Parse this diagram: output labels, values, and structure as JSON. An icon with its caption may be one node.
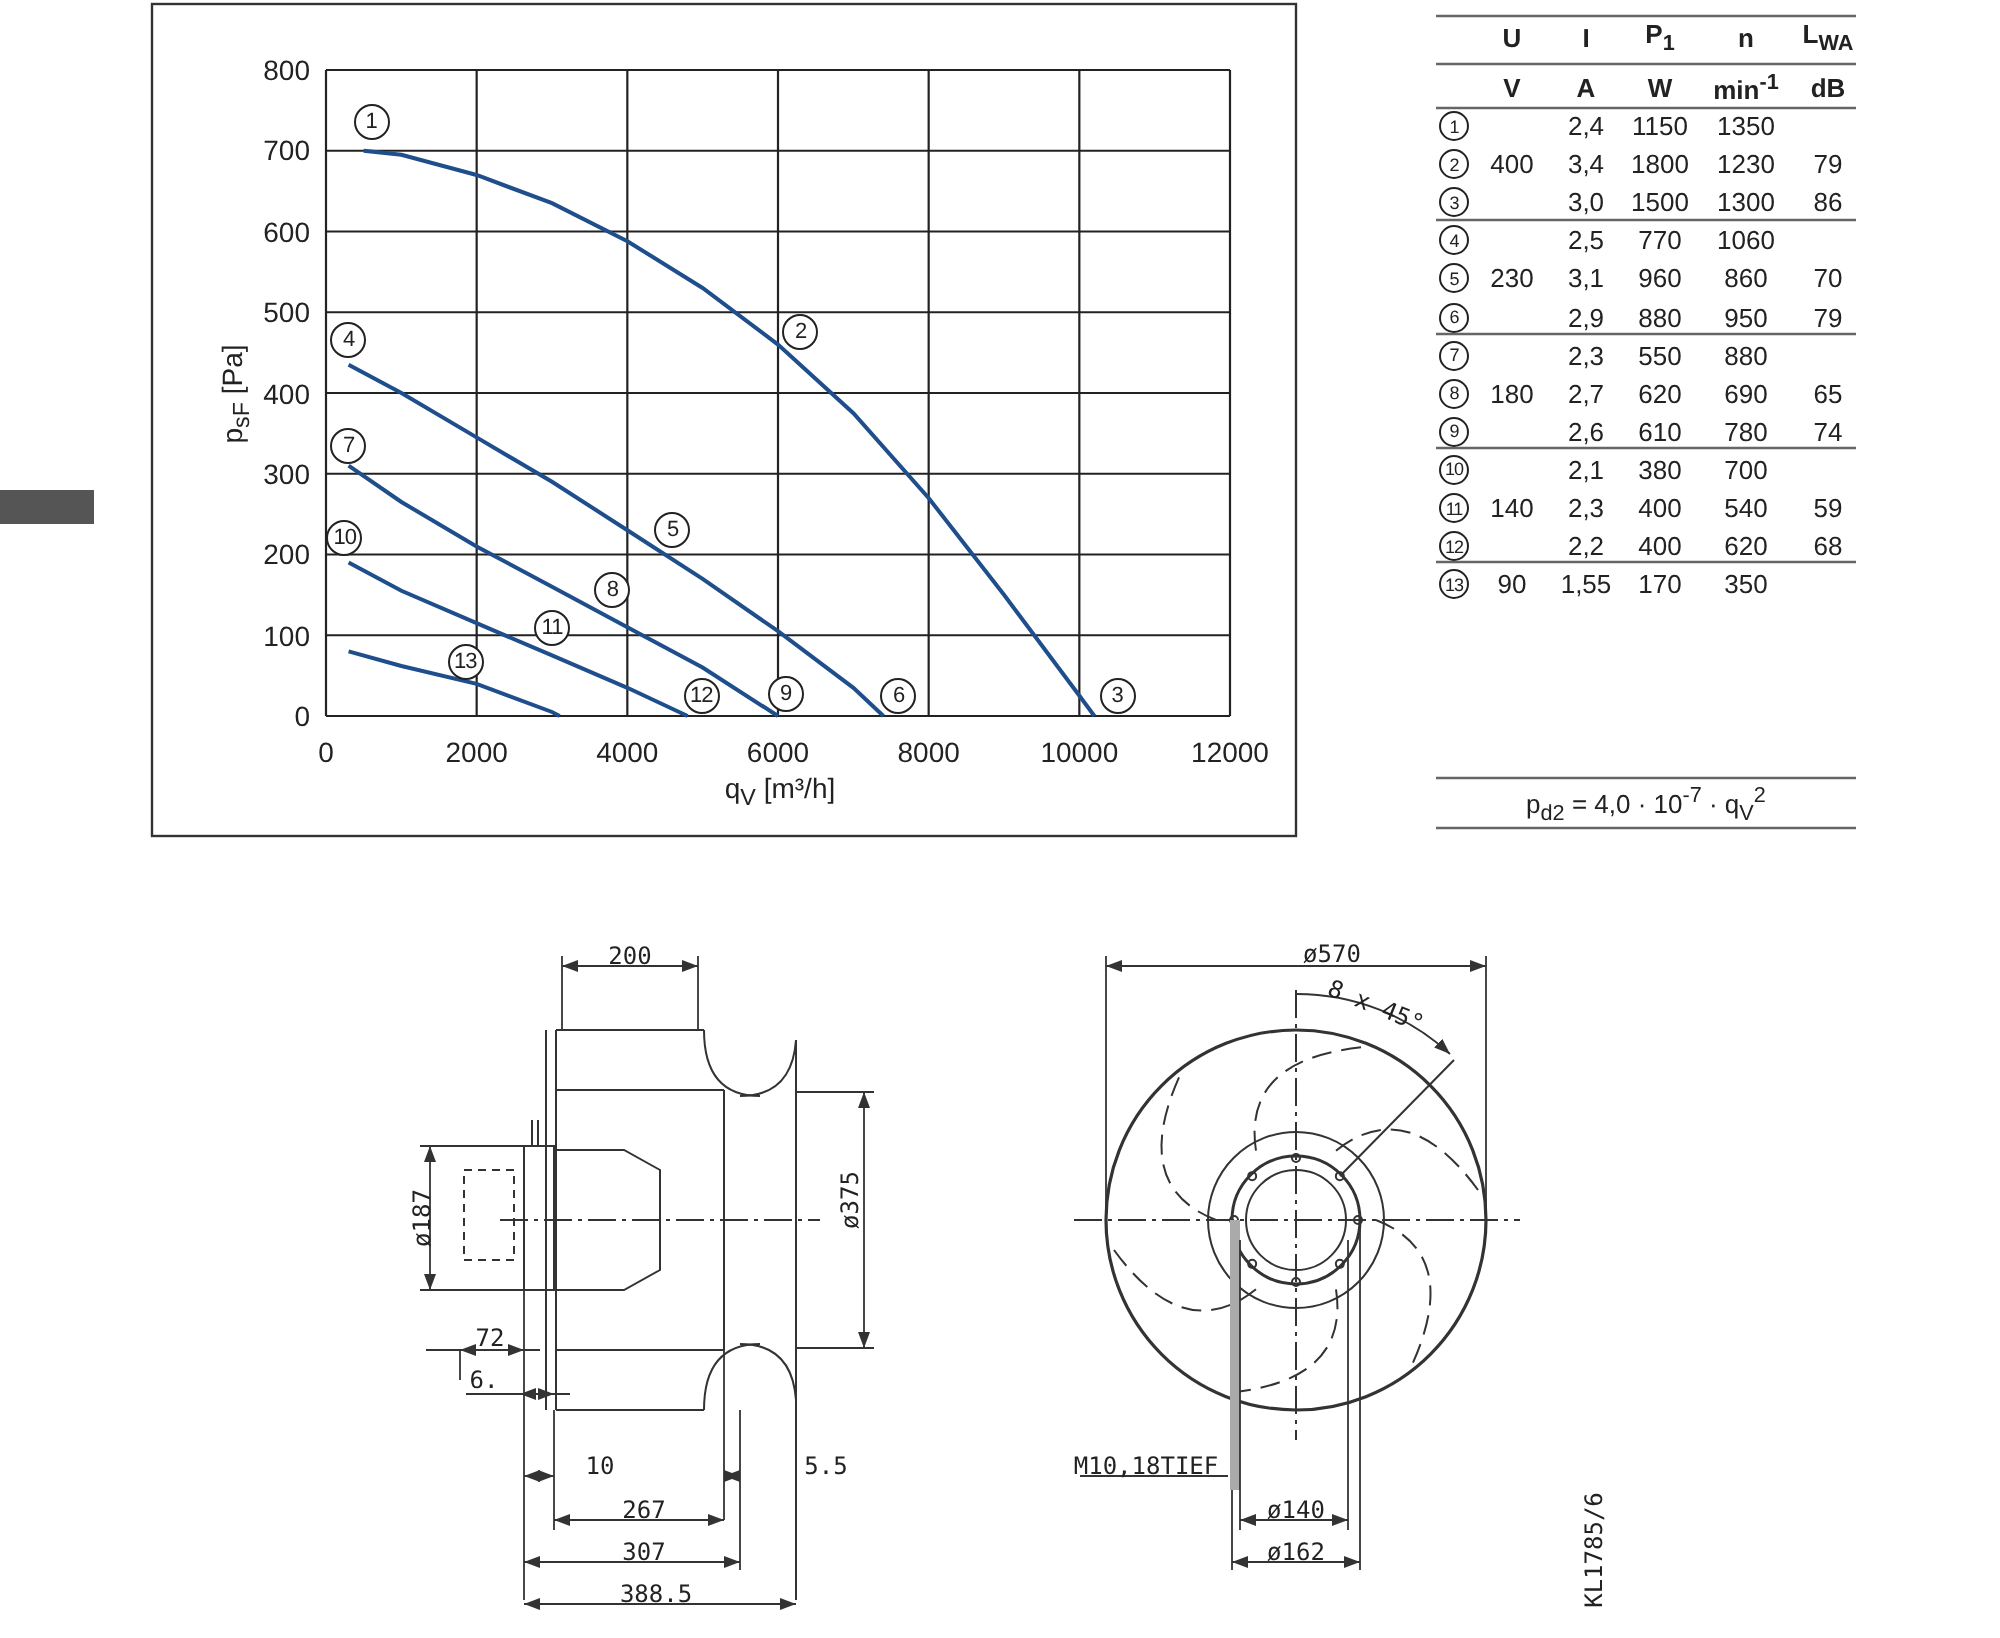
{
  "diagram": {
    "labels": [
      "U",
      "I",
      "P$_{1}$",
      "n",
      "L$_{WA}$",
      "V",
      "A",
      "W",
      "min$^{-1}$",
      "dB",
      "1",
      "2,4",
      "1150",
      "1350",
      "2",
      "400",
      "3,4",
      "1800",
      "1230",
      "79",
      "3",
      "3,0",
      "1500",
      "1300",
      "86",
      "4",
      "2,5",
      "770",
      "1060",
      "5",
      "230",
      "3,1",
      "960",
      "860",
      "70",
      "6",
      "2,9",
      "880",
      "950",
      "79",
      "7",
      "2,3",
      "550",
      "880",
      "8",
      "180",
      "2,7",
      "620",
      "690",
      "65",
      "9",
      "2,6",
      "610",
      "780",
      "74",
      "10",
      "2,1",
      "380",
      "700",
      "11",
      "140",
      "2,3",
      "400",
      "540",
      "59",
      "12",
      "2,2",
      "400",
      "620",
      "68",
      "13",
      "90",
      "1,55",
      "170",
      "350",
      "p$_{d2}$ = 4,0 · 10$^{-7}$ · q$_{V}$$^{2}$",
      "200",
      "ø187",
      "72",
      "6.",
      "10",
      "5.5",
      "267",
      "307",
      "388.5",
      "ø375",
      "ø570",
      "8 x 45°",
      "M10,18TIEF",
      "ø140",
      "ø162",
      "KL1785/6"
    ],
    "chart_data": {
      "type": "line",
      "xlabel": "q$_{V}$ [m³/h]",
      "ylabel": "p$_{sF}$ [Pa]",
      "x": [
        300,
        500,
        1000,
        2000,
        3000,
        3100,
        4000,
        4800,
        5000,
        6000,
        7000,
        7400,
        8000,
        9000,
        10000,
        10200
      ],
      "series": [
        {
          "color": "#1f4e8c",
          "values": [
            null,
            700,
            695,
            670,
            635,
            null,
            588,
            null,
            530,
            460,
            375,
            null,
            270,
            150,
            25,
            0
          ]
        },
        {
          "color": "#1f4e8c",
          "values": [
            435,
            null,
            400,
            345,
            290,
            null,
            230,
            null,
            170,
            105,
            35,
            0,
            null,
            null,
            null,
            null
          ]
        },
        {
          "color": "#1f4e8c",
          "values": [
            310,
            null,
            265,
            210,
            160,
            null,
            110,
            null,
            60,
            0,
            null,
            null,
            null,
            null,
            null,
            null
          ]
        },
        {
          "color": "#1f4e8c",
          "values": [
            190,
            null,
            155,
            115,
            75,
            null,
            35,
            0,
            null,
            null,
            null,
            null,
            null,
            null,
            null,
            null
          ]
        },
        {
          "color": "#1f4e8c",
          "values": [
            80,
            null,
            62,
            40,
            5,
            0,
            null,
            null,
            null,
            null,
            null,
            null,
            null,
            null,
            null,
            null
          ]
        }
      ],
      "grid": true,
      "xlim": [
        0,
        12000
      ],
      "ylim": [
        0,
        800
      ],
      "xticks": [
        0,
        2000,
        4000,
        6000,
        8000,
        10000,
        12000
      ],
      "yticks": [
        0,
        100,
        200,
        300,
        400,
        500,
        600,
        700,
        800
      ],
      "annotations": [
        {
          "text": "1",
          "x": 600,
          "y": 735
        },
        {
          "text": "2",
          "x": 6300,
          "y": 475
        },
        {
          "text": "3",
          "x": 10500,
          "y": 25
        },
        {
          "text": "4",
          "x": 300,
          "y": 465
        },
        {
          "text": "5",
          "x": 4600,
          "y": 230
        },
        {
          "text": "6",
          "x": 7600,
          "y": 25
        },
        {
          "text": "7",
          "x": 300,
          "y": 335
        },
        {
          "text": "8",
          "x": 3800,
          "y": 155
        },
        {
          "text": "9",
          "x": 6100,
          "y": 28
        },
        {
          "text": "10",
          "x": 250,
          "y": 220
        },
        {
          "text": "11",
          "x": 3000,
          "y": 110
        },
        {
          "text": "12",
          "x": 4980,
          "y": 25
        },
        {
          "text": "13",
          "x": 1850,
          "y": 68
        }
      ]
    }
  }
}
